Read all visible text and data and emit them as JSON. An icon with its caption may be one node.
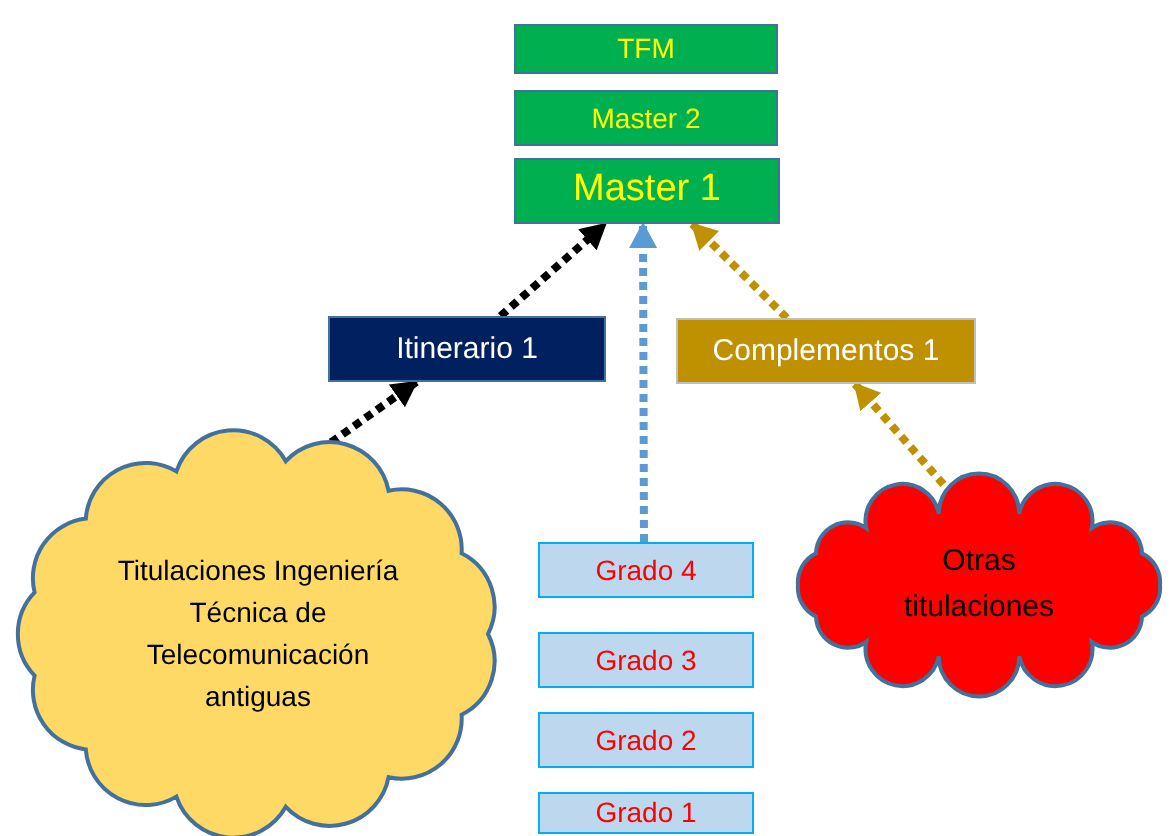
{
  "diagram": {
    "nodes": [
      {
        "text": [
          "TFM"
        ]
      },
      {
        "text": [
          "Master 2"
        ]
      },
      {
        "text": [
          "Master 1"
        ]
      },
      {
        "text": [
          "Itinerario 1"
        ]
      },
      {
        "text": [
          "Complementos 1"
        ]
      },
      {
        "text": [
          "Titulaciones Ingeniería Técnica de Telecomunicación antiguas"
        ]
      },
      {
        "text": [
          "Grado 4"
        ]
      },
      {
        "text": [
          "Grado 3"
        ]
      },
      {
        "text": [
          "Grado 2"
        ]
      },
      {
        "text": [
          "Grado 1"
        ]
      },
      {
        "text": [
          "Otras titulaciones"
        ]
      }
    ],
    "edges": [
      {
        "from": 5,
        "to": 3,
        "arrow": "to",
        "color": "#000000"
      },
      {
        "from": 3,
        "to": 2,
        "arrow": "to",
        "color": "#000000"
      },
      {
        "from": 6,
        "to": 2,
        "arrow": "to",
        "color": "#5b9bd5"
      },
      {
        "from": 10,
        "to": 4,
        "arrow": "to",
        "color": "#bf9000"
      },
      {
        "from": 4,
        "to": 2,
        "arrow": "to",
        "color": "#bf9000"
      }
    ]
  }
}
